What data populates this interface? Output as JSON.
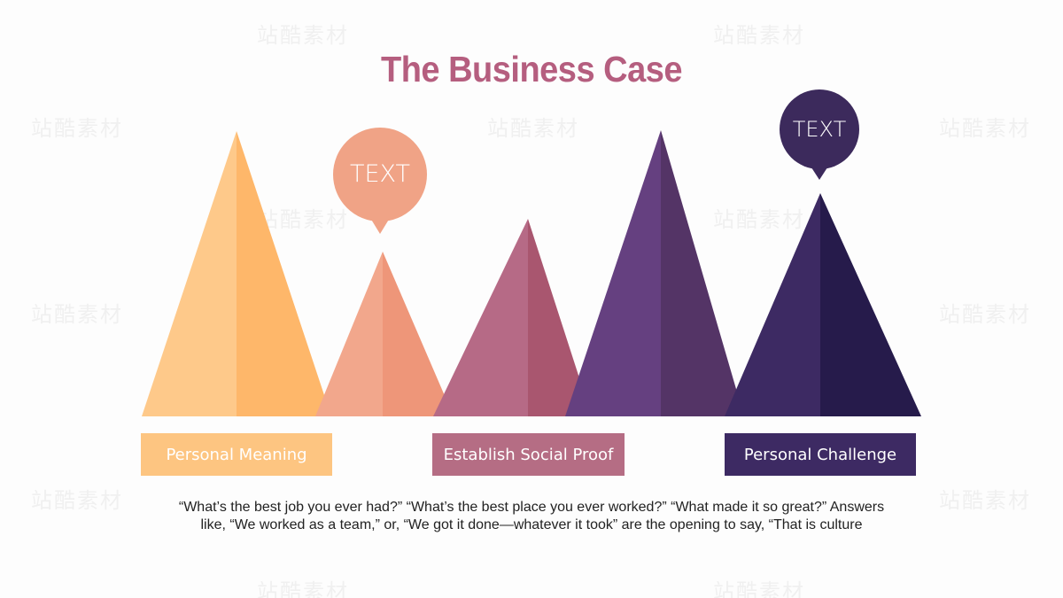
{
  "slide": {
    "title": "The Business Case",
    "bubbles": [
      {
        "text": "TEXT",
        "color": "#f0a386"
      },
      {
        "text": "TEXT",
        "color": "#3c2a5c"
      }
    ],
    "labels": [
      {
        "text": "Personal Meaning",
        "color": "#fdc581"
      },
      {
        "text": "Establish Social Proof",
        "color": "#b56d84"
      },
      {
        "text": "Personal Challenge",
        "color": "#3d2a63"
      }
    ],
    "caption_lines": [
      "“What’s the best job you ever had?” “What’s the best place you ever worked?” “What made it so great?” Answers",
      "like, “We worked as a team,” or, “We got it done—whatever it took” are the opening to say, “That is culture"
    ],
    "watermark": "站酷素材"
  },
  "palette": {
    "title": "#b55e7f",
    "triangle_1": [
      "#fec98a",
      "#feb76a"
    ],
    "triangle_2": [
      "#f2a78c",
      "#ee9679"
    ],
    "triangle_3": [
      "#b66a86",
      "#a9566f"
    ],
    "triangle_4": [
      "#654080",
      "#543466"
    ],
    "triangle_5": [
      "#3d2a63",
      "#261b4b"
    ]
  }
}
